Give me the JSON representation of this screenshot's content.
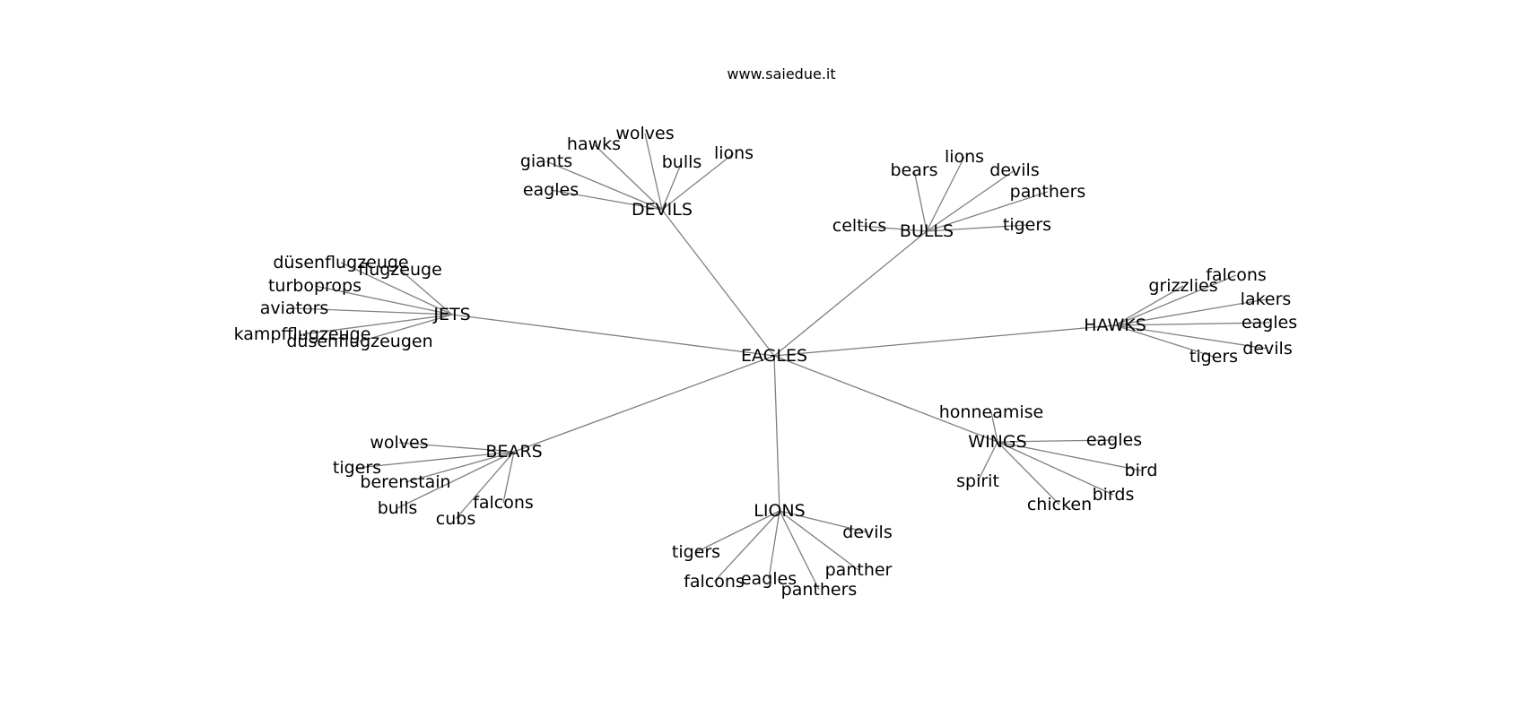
{
  "title": "www.saiedue.it",
  "center": "EAGLES",
  "hubs": [
    {
      "label": "DEVILS",
      "leaves": [
        "wolves",
        "hawks",
        "giants",
        "eagles",
        "bulls",
        "lions"
      ]
    },
    {
      "label": "BULLS",
      "leaves": [
        "lions",
        "bears",
        "devils",
        "panthers",
        "celtics",
        "tigers"
      ]
    },
    {
      "label": "JETS",
      "leaves": [
        "düsenflugzeuge",
        "flugzeuge",
        "turboprops",
        "aviators",
        "kampfflugzeuge",
        "düsenflugzeugen"
      ]
    },
    {
      "label": "HAWKS",
      "leaves": [
        "falcons",
        "grizzlies",
        "lakers",
        "eagles",
        "devils",
        "tigers"
      ]
    },
    {
      "label": "BEARS",
      "leaves": [
        "wolves",
        "tigers",
        "berenstain",
        "bulls",
        "cubs",
        "falcons"
      ]
    },
    {
      "label": "WINGS",
      "leaves": [
        "honneamise",
        "eagles",
        "bird",
        "spirit",
        "birds",
        "chicken"
      ]
    },
    {
      "label": "LIONS",
      "leaves": [
        "devils",
        "tigers",
        "panther",
        "falcons",
        "eagles",
        "panthers"
      ]
    }
  ]
}
